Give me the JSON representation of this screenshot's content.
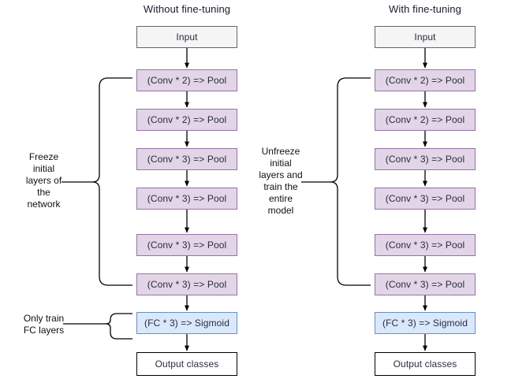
{
  "diagram": {
    "columns": [
      {
        "id": "without-fine-tuning",
        "title": "Without fine-tuning",
        "nodes": [
          {
            "label": "Input",
            "kind": "input"
          },
          {
            "label": "(Conv * 2)  => Pool",
            "kind": "conv"
          },
          {
            "label": "(Conv * 2)  => Pool",
            "kind": "conv"
          },
          {
            "label": "(Conv * 3)  => Pool",
            "kind": "conv"
          },
          {
            "label": "(Conv * 3)  => Pool",
            "kind": "conv"
          },
          {
            "label": "(Conv * 3)  => Pool",
            "kind": "conv"
          },
          {
            "label": "(Conv * 3)  => Pool",
            "kind": "conv"
          },
          {
            "label": "(FC * 3) => Sigmoid",
            "kind": "fc"
          },
          {
            "label": "Output classes",
            "kind": "output"
          }
        ]
      },
      {
        "id": "with-fine-tuning",
        "title": "With fine-tuning",
        "nodes": [
          {
            "label": "Input",
            "kind": "input"
          },
          {
            "label": "(Conv * 2)  => Pool",
            "kind": "conv"
          },
          {
            "label": "(Conv * 2)  => Pool",
            "kind": "conv"
          },
          {
            "label": "(Conv * 3)  => Pool",
            "kind": "conv"
          },
          {
            "label": "(Conv * 3)  => Pool",
            "kind": "conv"
          },
          {
            "label": "(Conv * 3)  => Pool",
            "kind": "conv"
          },
          {
            "label": "(Conv * 3)  => Pool",
            "kind": "conv"
          },
          {
            "label": "(FC * 3) => Sigmoid",
            "kind": "fc"
          },
          {
            "label": "Output classes",
            "kind": "output"
          }
        ]
      }
    ],
    "annotations": [
      {
        "id": "freeze-initial-layers",
        "text": "Freeze\ninitial\nlayers of\nthe\nnetwork"
      },
      {
        "id": "only-train-fc-layers",
        "text": "Only train\nFC layers"
      },
      {
        "id": "unfreeze-initial-layers",
        "text": "Unfreeze\ninitial\nlayers and\ntrain the\nentire\nmodel"
      }
    ],
    "colors": {
      "conv_fill": "#e1d5e7",
      "conv_stroke": "#9673a6",
      "fc_fill": "#dae8fc",
      "fc_stroke": "#6c8ebf",
      "input_fill": "#f5f5f5",
      "input_stroke": "#666666",
      "output_fill": "#ffffff",
      "output_stroke": "#000000",
      "arrow": "#000000",
      "brace": "#000000",
      "background": "#ffffff"
    }
  }
}
